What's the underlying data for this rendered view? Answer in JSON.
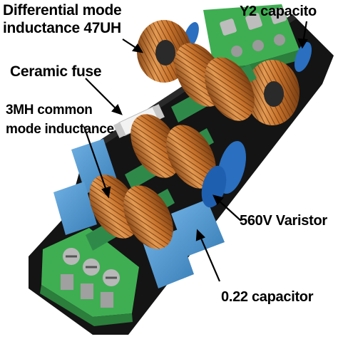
{
  "labels": {
    "differential_line1": "Differential mode",
    "differential_line2": "inductance 47UH",
    "y2_capacitor": "Y2 capacito",
    "ceramic_fuse": "Ceramic fuse",
    "common_mode_line1": "3MH common",
    "common_mode_line2": "mode inductance",
    "varistor": "560V Varistor",
    "capacitor_022": "0.22 capacitor"
  },
  "colors": {
    "board": "#141414",
    "copper": "#c8732b",
    "copper_dark": "#8a4a18",
    "terminal_green": "#3fae52",
    "x_cap_blue": "#4a90c9",
    "y_cap_blue": "#2a6fc0",
    "former_green": "#2f8a4a"
  }
}
